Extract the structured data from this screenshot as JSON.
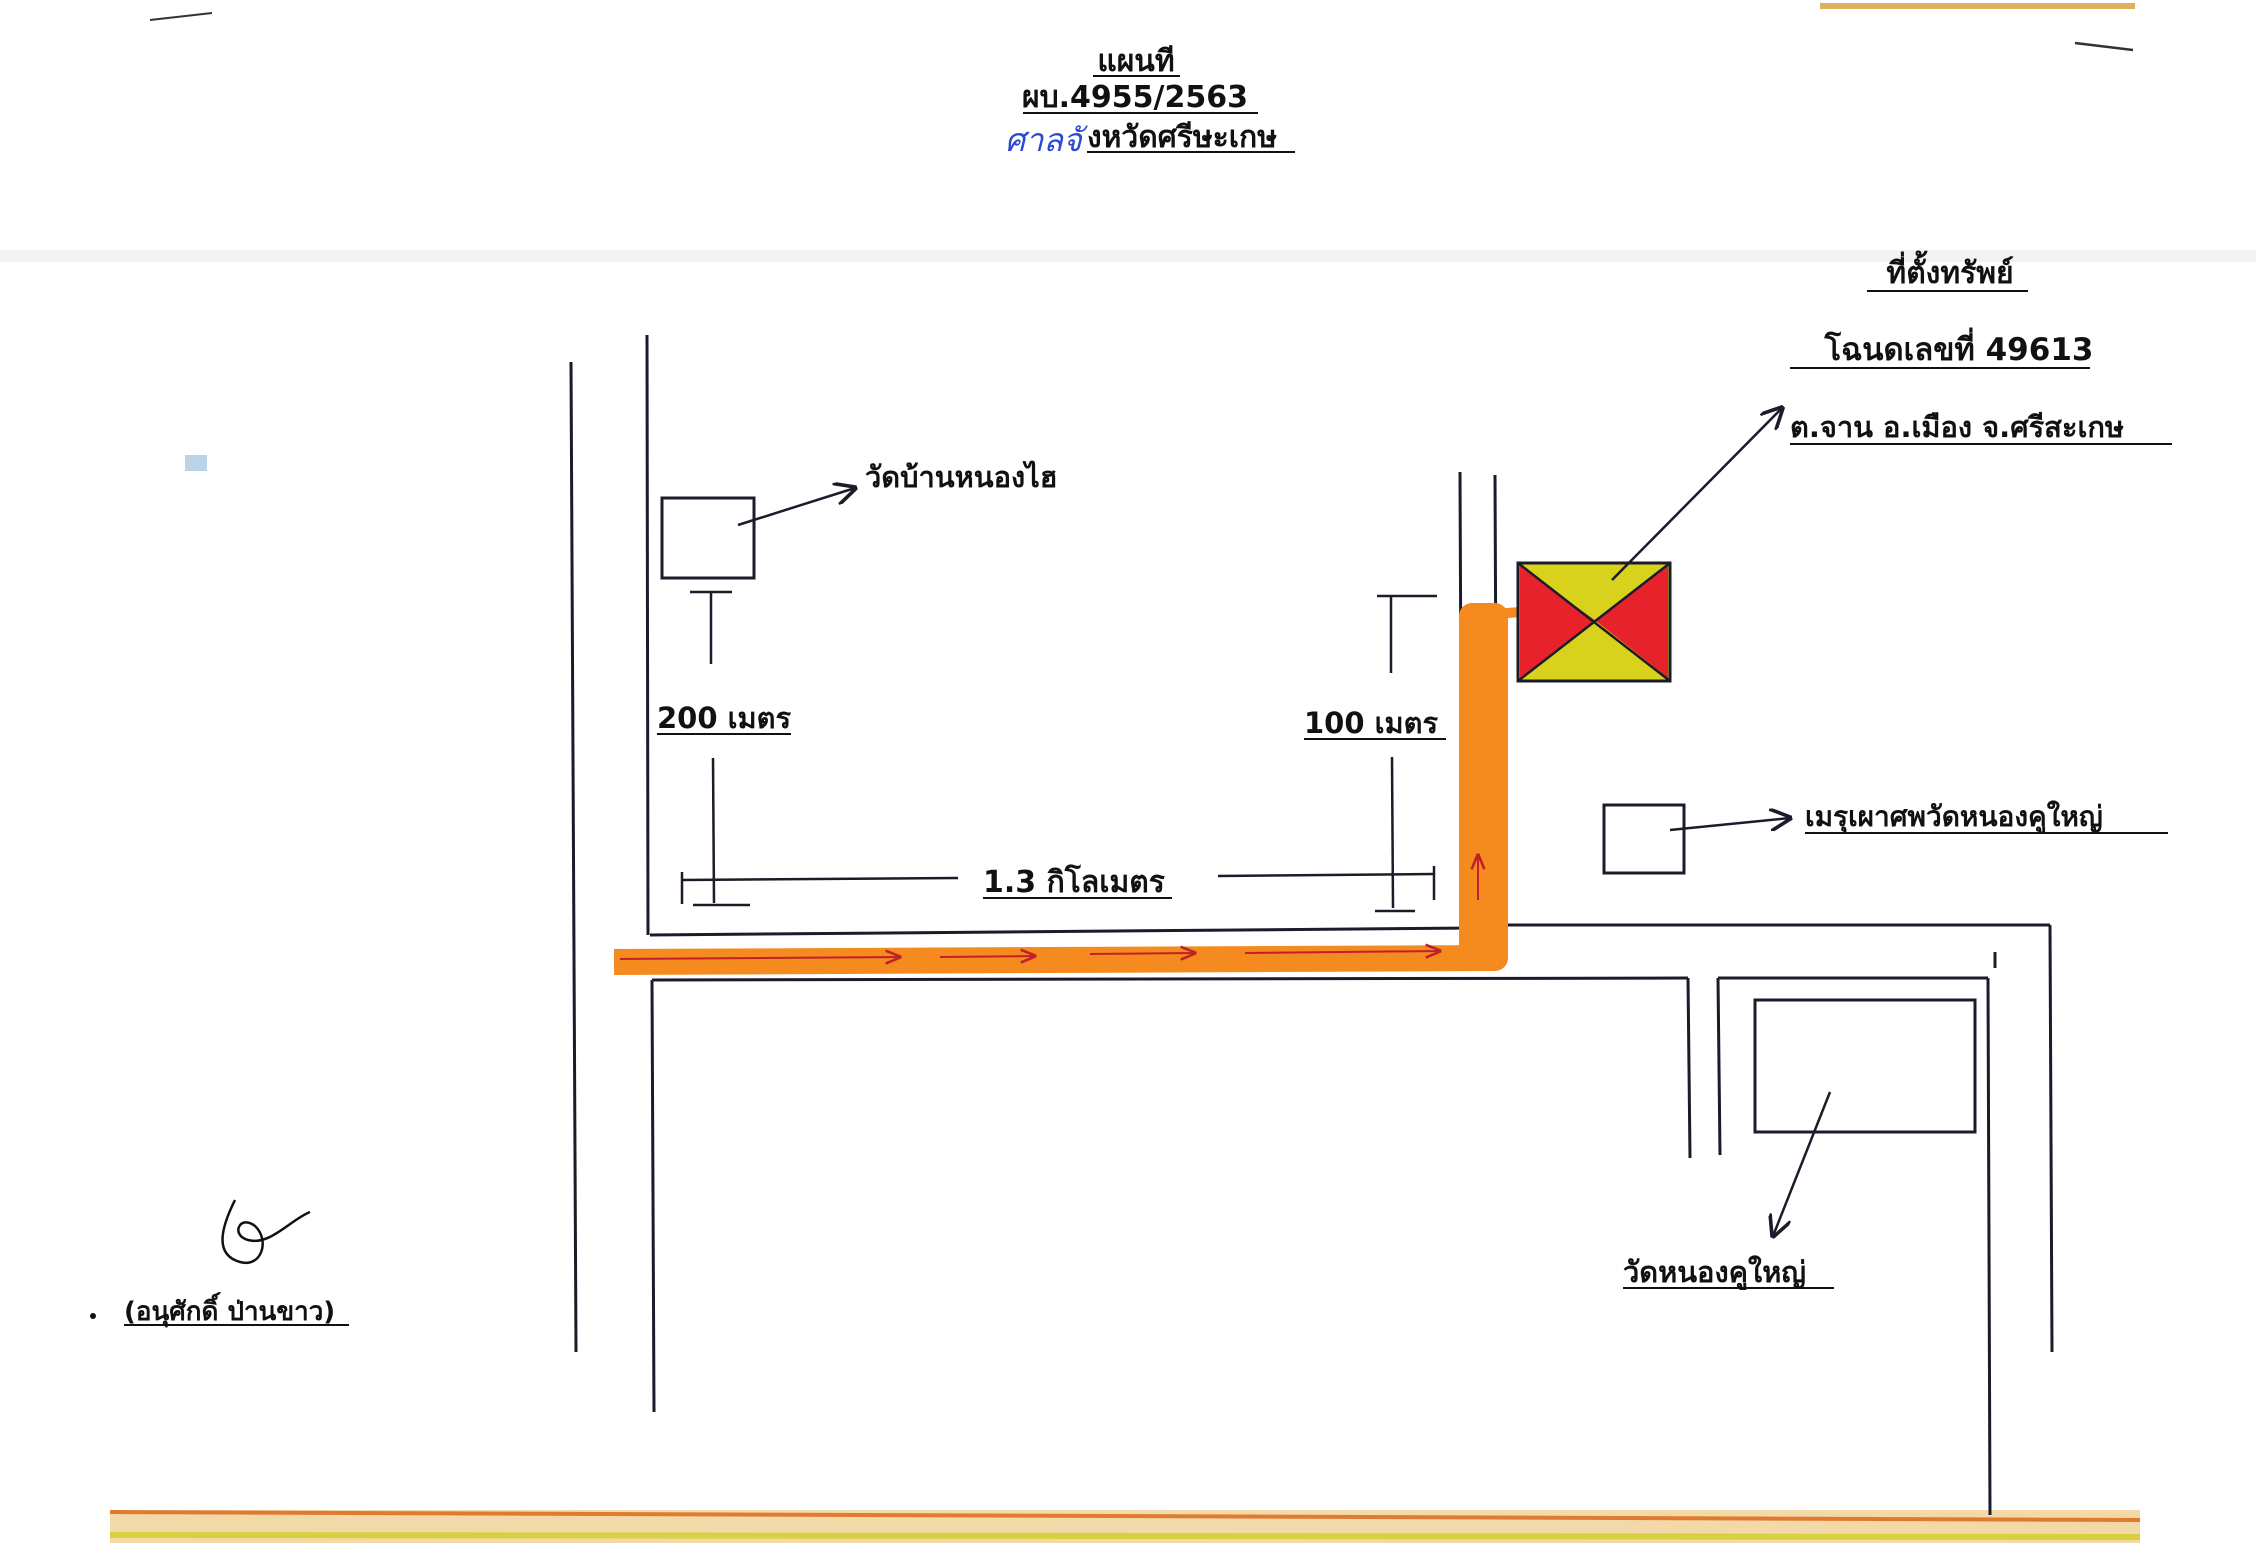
{
  "header": {
    "title": "แผนที",
    "case_number": "ผบ.4955/2563",
    "court_handwritten": "ศาลจั",
    "court_printed": "งหวัดศรีษะเกษ"
  },
  "property": {
    "heading": "ที่ตั้งทรัพย์",
    "deed": "โฉนดเลขที่ 49613",
    "location": "ต.จาน  อ.เมือง จ.ศรีสะเกษ"
  },
  "landmarks": {
    "temple_nong_hai": "วัดบ้านหนองไฮ",
    "crematorium": "เมรุเผาศพวัดหนองคูใหญ่",
    "temple_nong_khu_yai": "วัดหนองคูใหญ่"
  },
  "distances": {
    "left_vertical": "200 เมตร",
    "right_vertical": "100 เมตร",
    "horizontal": "1.3 กิโลเมตร"
  },
  "signature": {
    "name": "(อนุศักดิ์  ป่านขาว)"
  },
  "colors": {
    "route": "#f58a1f",
    "route_arrow": "#c0202a",
    "plot_red": "#e8222a",
    "plot_yellow": "#d9d21c",
    "ink": "#1b1b2a",
    "handwriting_blue": "#2a4bd0"
  }
}
